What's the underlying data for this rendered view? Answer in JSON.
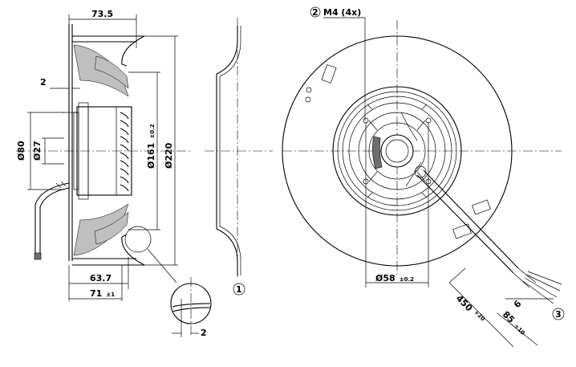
{
  "side_view": {
    "width_total": "73.5",
    "wall_thickness_top": "2",
    "hub_diameter": "Ø80",
    "shaft_diameter": "Ø27",
    "inner_diameter": "Ø161",
    "inner_diameter_tol": "±0.2",
    "outer_diameter": "Ø220",
    "width_inner": "63.7",
    "width_overall": "71",
    "width_overall_tol": "±1"
  },
  "detail": {
    "wall_thickness": "2"
  },
  "profile_view": {
    "callout_1": "1"
  },
  "front_view": {
    "callout_2": "2",
    "thread_label": "M4 (4x)",
    "bolt_circle": "Ø58",
    "bolt_circle_tol": "±0.2",
    "cable_length": "450",
    "cable_length_tol": "+20",
    "wire_strip": "6",
    "sheath_strip": "85",
    "sheath_strip_tol": "±10",
    "callout_3": "3"
  }
}
